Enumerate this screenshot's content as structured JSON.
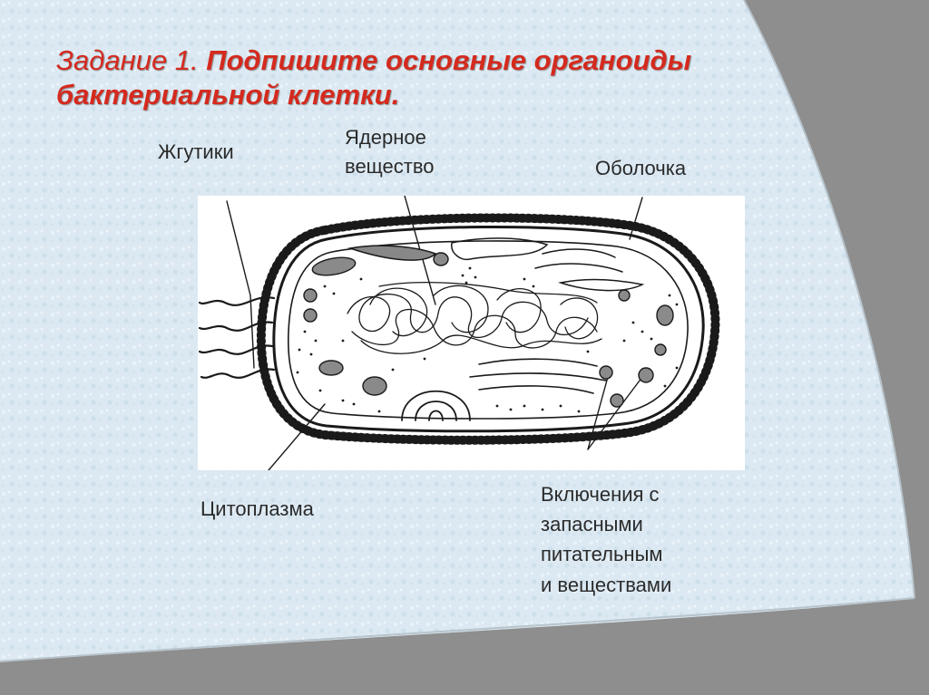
{
  "slide": {
    "title_lead": "Задание 1.",
    "title_main": " Подпишите основные органоиды бактериальной клетки."
  },
  "labels": {
    "flagella": "Жгутики",
    "nucleoid_line1": "Ядерное",
    "nucleoid_line2": "вещество",
    "membrane": "Оболочка",
    "cytoplasm": "Цитоплазма",
    "inclusions_line1": "Включения с",
    "inclusions_line2": "запасными",
    "inclusions_line3": "питательным",
    "inclusions_line4": "и веществами"
  },
  "colors": {
    "title": "#d42a1e",
    "label_text": "#2a2a2a",
    "paper": "#dce9f2",
    "frame_gray": "#8e8e8e",
    "ink": "#1a1a1a"
  }
}
